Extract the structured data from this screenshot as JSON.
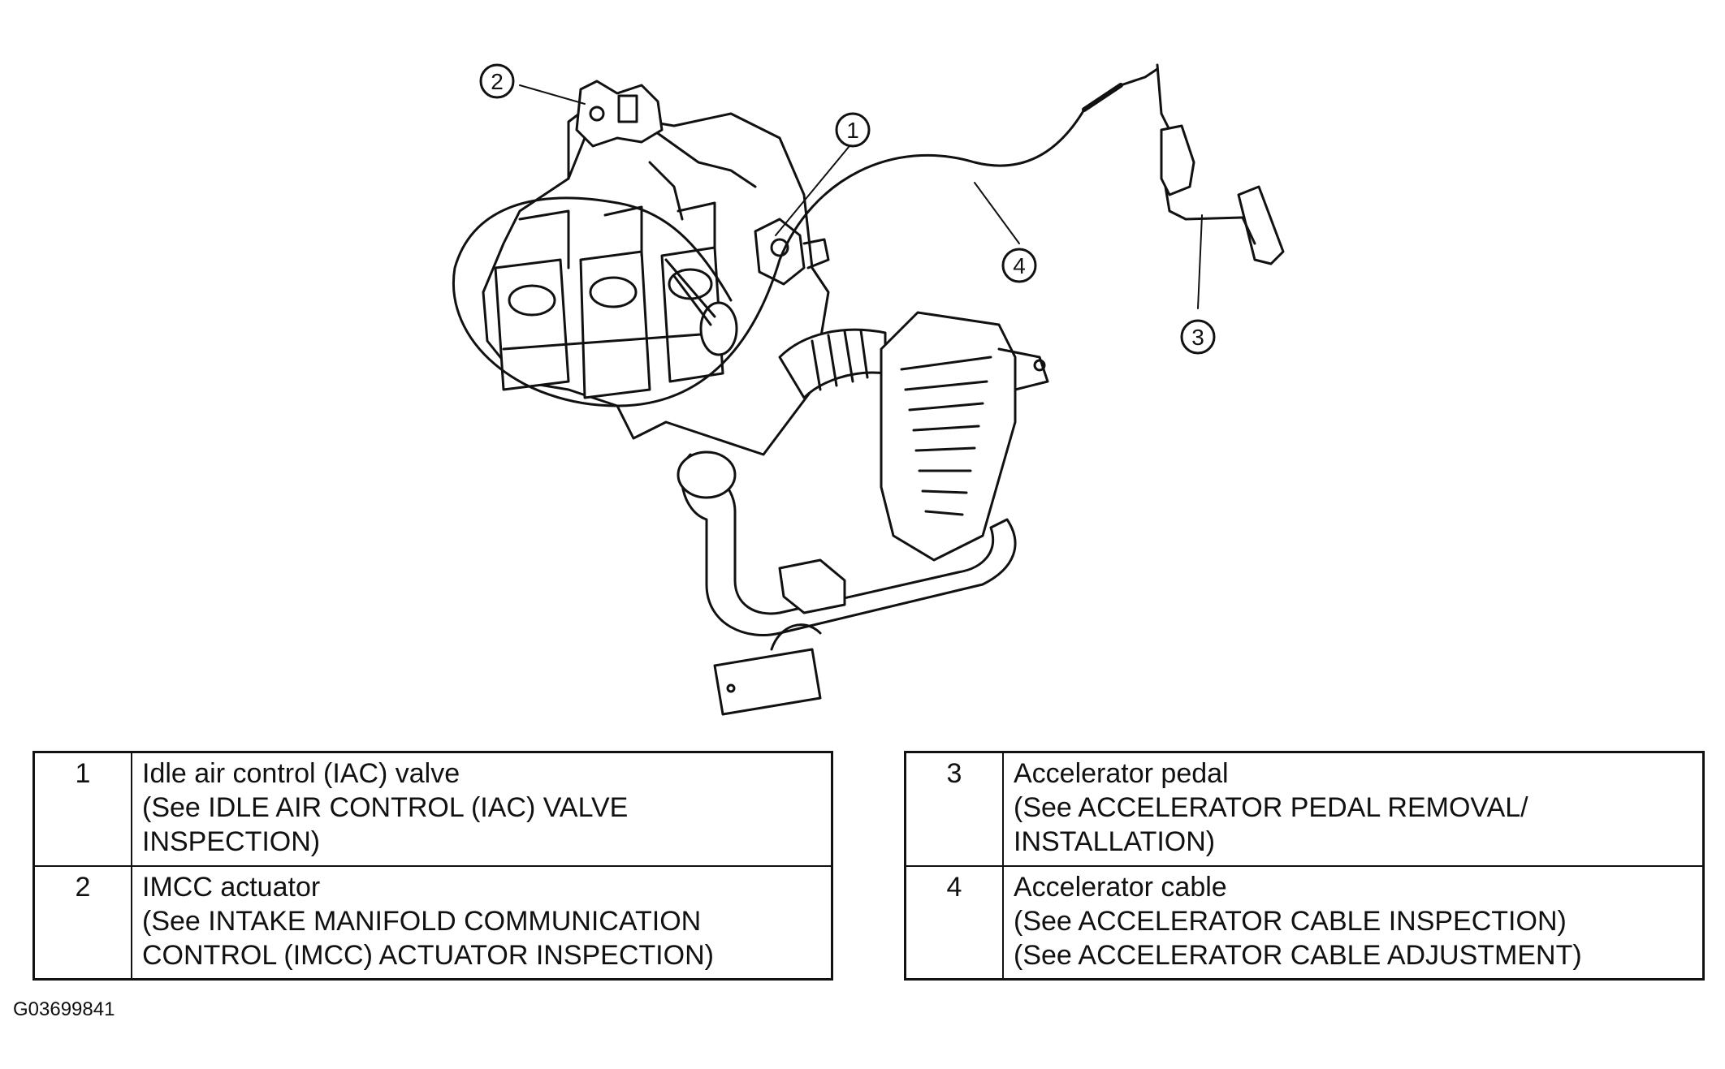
{
  "callouts": [
    "1",
    "2",
    "3",
    "4"
  ],
  "legend_left": [
    {
      "num": "1",
      "lines": [
        "Idle air control (IAC) valve",
        "(See IDLE AIR CONTROL (IAC) VALVE",
        "INSPECTION)"
      ]
    },
    {
      "num": "2",
      "lines": [
        "IMCC actuator",
        "(See INTAKE MANIFOLD COMMUNICATION",
        "CONTROL (IMCC) ACTUATOR INSPECTION)"
      ]
    }
  ],
  "legend_right": [
    {
      "num": "3",
      "lines": [
        "Accelerator pedal",
        "(See ACCELERATOR PEDAL REMOVAL/",
        "INSTALLATION)"
      ]
    },
    {
      "num": "4",
      "lines": [
        "Accelerator cable",
        "(See ACCELERATOR CABLE INSPECTION)",
        "(See ACCELERATOR CABLE ADJUSTMENT)"
      ]
    }
  ],
  "figure_code": "G03699841"
}
